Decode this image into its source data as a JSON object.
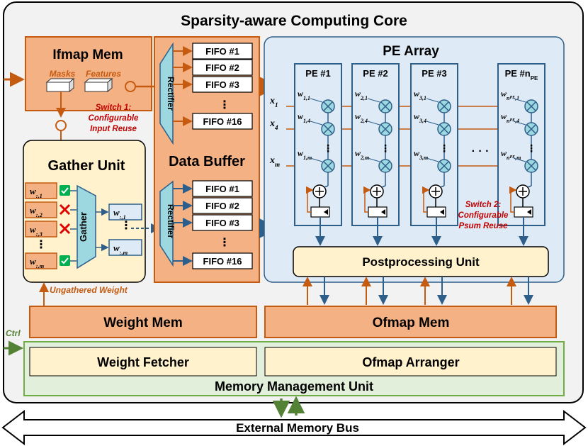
{
  "core_title": "Sparsity-aware Computing Core",
  "ifmap_mem": {
    "title": "Ifmap Mem",
    "masks": "Masks",
    "features": "Features"
  },
  "switch1": {
    "line1": "Switch 1:",
    "line2": "Configurable",
    "line3": "Input Reuse"
  },
  "gather_unit": {
    "title": "Gather Unit",
    "gather_label": "Gather",
    "weights_in": [
      {
        "base": "w",
        "sub": ":,1",
        "status": "kept"
      },
      {
        "base": "w",
        "sub": ":,2",
        "status": "dropped"
      },
      {
        "base": "w",
        "sub": ":,3",
        "status": "dropped"
      },
      {
        "base": "w",
        "sub": ":,m",
        "status": "kept"
      }
    ],
    "weights_out": [
      {
        "base": "w",
        "sub": ":,1"
      },
      {
        "base": "w",
        "sub": ":,m"
      }
    ],
    "ungathered": "Ungathered Weight"
  },
  "data_buffer": {
    "title": "Data Buffer",
    "rectifier": "Rectifier",
    "fifos_top": [
      "FIFO #1",
      "FIFO #2",
      "FIFO #3",
      "FIFO #16"
    ],
    "fifos_bottom": [
      "FIFO #1",
      "FIFO #2",
      "FIFO #3",
      "FIFO #16"
    ]
  },
  "pe_array": {
    "title": "PE Array",
    "pes": [
      {
        "label": "PE #1",
        "w": [
          "1,1",
          "1,4",
          "1,m"
        ]
      },
      {
        "label": "PE #2",
        "w": [
          "2,1",
          "2,4",
          "2,m"
        ]
      },
      {
        "label": "PE #3",
        "w": [
          "3,1",
          "3,4",
          "3,m"
        ]
      },
      {
        "label": "PE #n",
        "label_sub": "PE",
        "w": [
          "1",
          "4",
          "m"
        ]
      }
    ],
    "inputs": [
      {
        "base": "x",
        "sub": "1"
      },
      {
        "base": "x",
        "sub": "4"
      },
      {
        "base": "x",
        "sub": "m"
      }
    ],
    "dots": "· · ·"
  },
  "switch2": {
    "line1": "Switch 2:",
    "line2": "Configurable",
    "line3": "Psum Reuse"
  },
  "postprocessing": "Postprocessing Unit",
  "weight_mem": "Weight Mem",
  "ofmap_mem": "Ofmap Mem",
  "ctrl": "Ctrl",
  "mmu": {
    "title": "Memory Management Unit",
    "weight_fetcher": "Weight Fetcher",
    "ofmap_arranger": "Ofmap Arranger"
  },
  "bus": "External Memory Bus",
  "colors": {
    "orange_fill": "#f4b183",
    "orange_dark": "#c55a11",
    "cream": "#fff2cc",
    "green_fill": "#e2efda",
    "green_dark": "#70ad47",
    "blue_fill": "#deebf7",
    "blue_dark": "#2e5f8a",
    "teal": "#9dd7e0",
    "red": "#c00000"
  }
}
